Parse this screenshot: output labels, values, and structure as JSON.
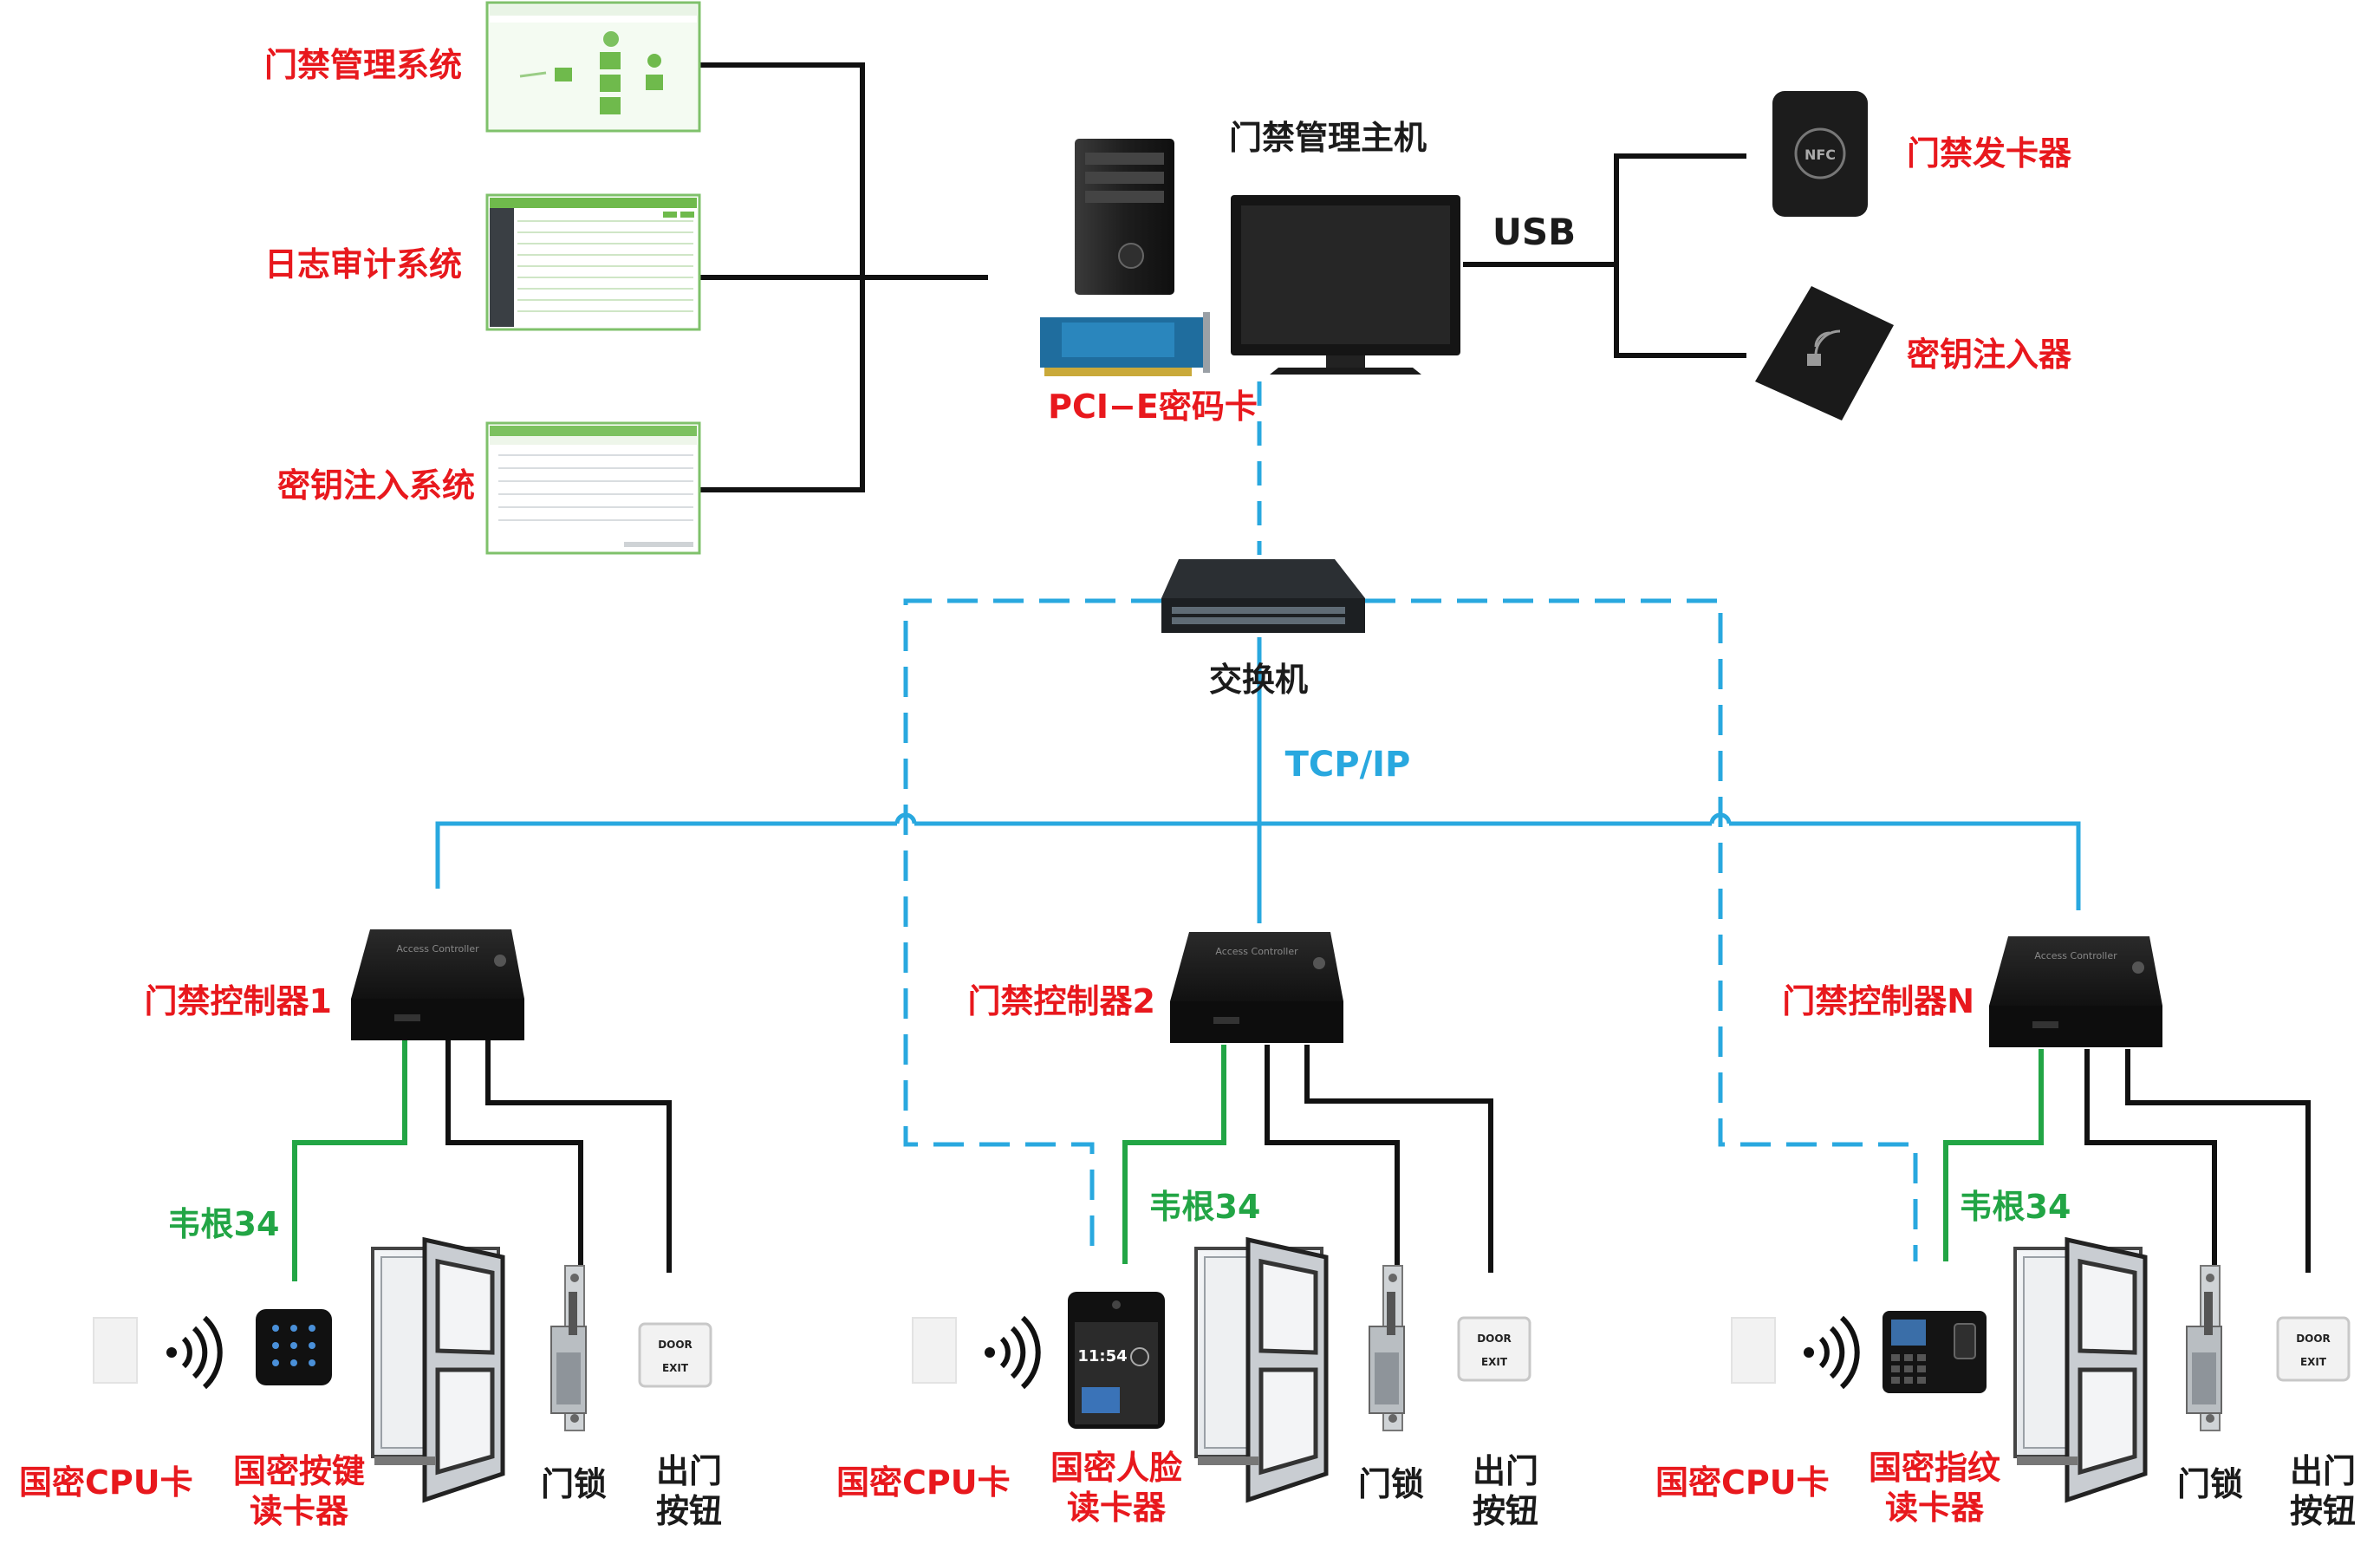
{
  "software": {
    "access_mgmt": "门禁管理系统",
    "log_audit": "日志审计系统",
    "key_inject": "密钥注入系统"
  },
  "host": {
    "title": "门禁管理主机",
    "pcie_card": "PCI−E密码卡",
    "usb": "USB"
  },
  "peripherals": {
    "card_issuer": "门禁发卡器",
    "key_injector": "密钥注入器",
    "nfc_text": "NFC"
  },
  "network": {
    "switch": "交换机",
    "protocol": "TCP/IP"
  },
  "controller_panel_text": "Access Controller",
  "groups": [
    {
      "controller": "门禁控制器1",
      "wiegand": "韦根34",
      "card": "国密CPU卡",
      "reader_line1": "国密按键",
      "reader_line2": "读卡器",
      "lock": "门锁",
      "exit_line1": "出门",
      "exit_line2": "按钮"
    },
    {
      "controller": "门禁控制器2",
      "wiegand": "韦根34",
      "card": "国密CPU卡",
      "reader_line1": "国密人脸",
      "reader_line2": "读卡器",
      "reader_screen_time": "11:54",
      "lock": "门锁",
      "exit_line1": "出门",
      "exit_line2": "按钮"
    },
    {
      "controller": "门禁控制器N",
      "wiegand": "韦根34",
      "card": "国密CPU卡",
      "reader_line1": "国密指纹",
      "reader_line2": "读卡器",
      "lock": "门锁",
      "exit_line1": "出门",
      "exit_line2": "按钮"
    }
  ],
  "exit_button_text": [
    "DOOR",
    "EXIT"
  ],
  "colors": {
    "label_red": "#e8181d",
    "wiegand_green": "#22a545",
    "network_cyan": "#29a8df",
    "wire_black": "#111111"
  }
}
